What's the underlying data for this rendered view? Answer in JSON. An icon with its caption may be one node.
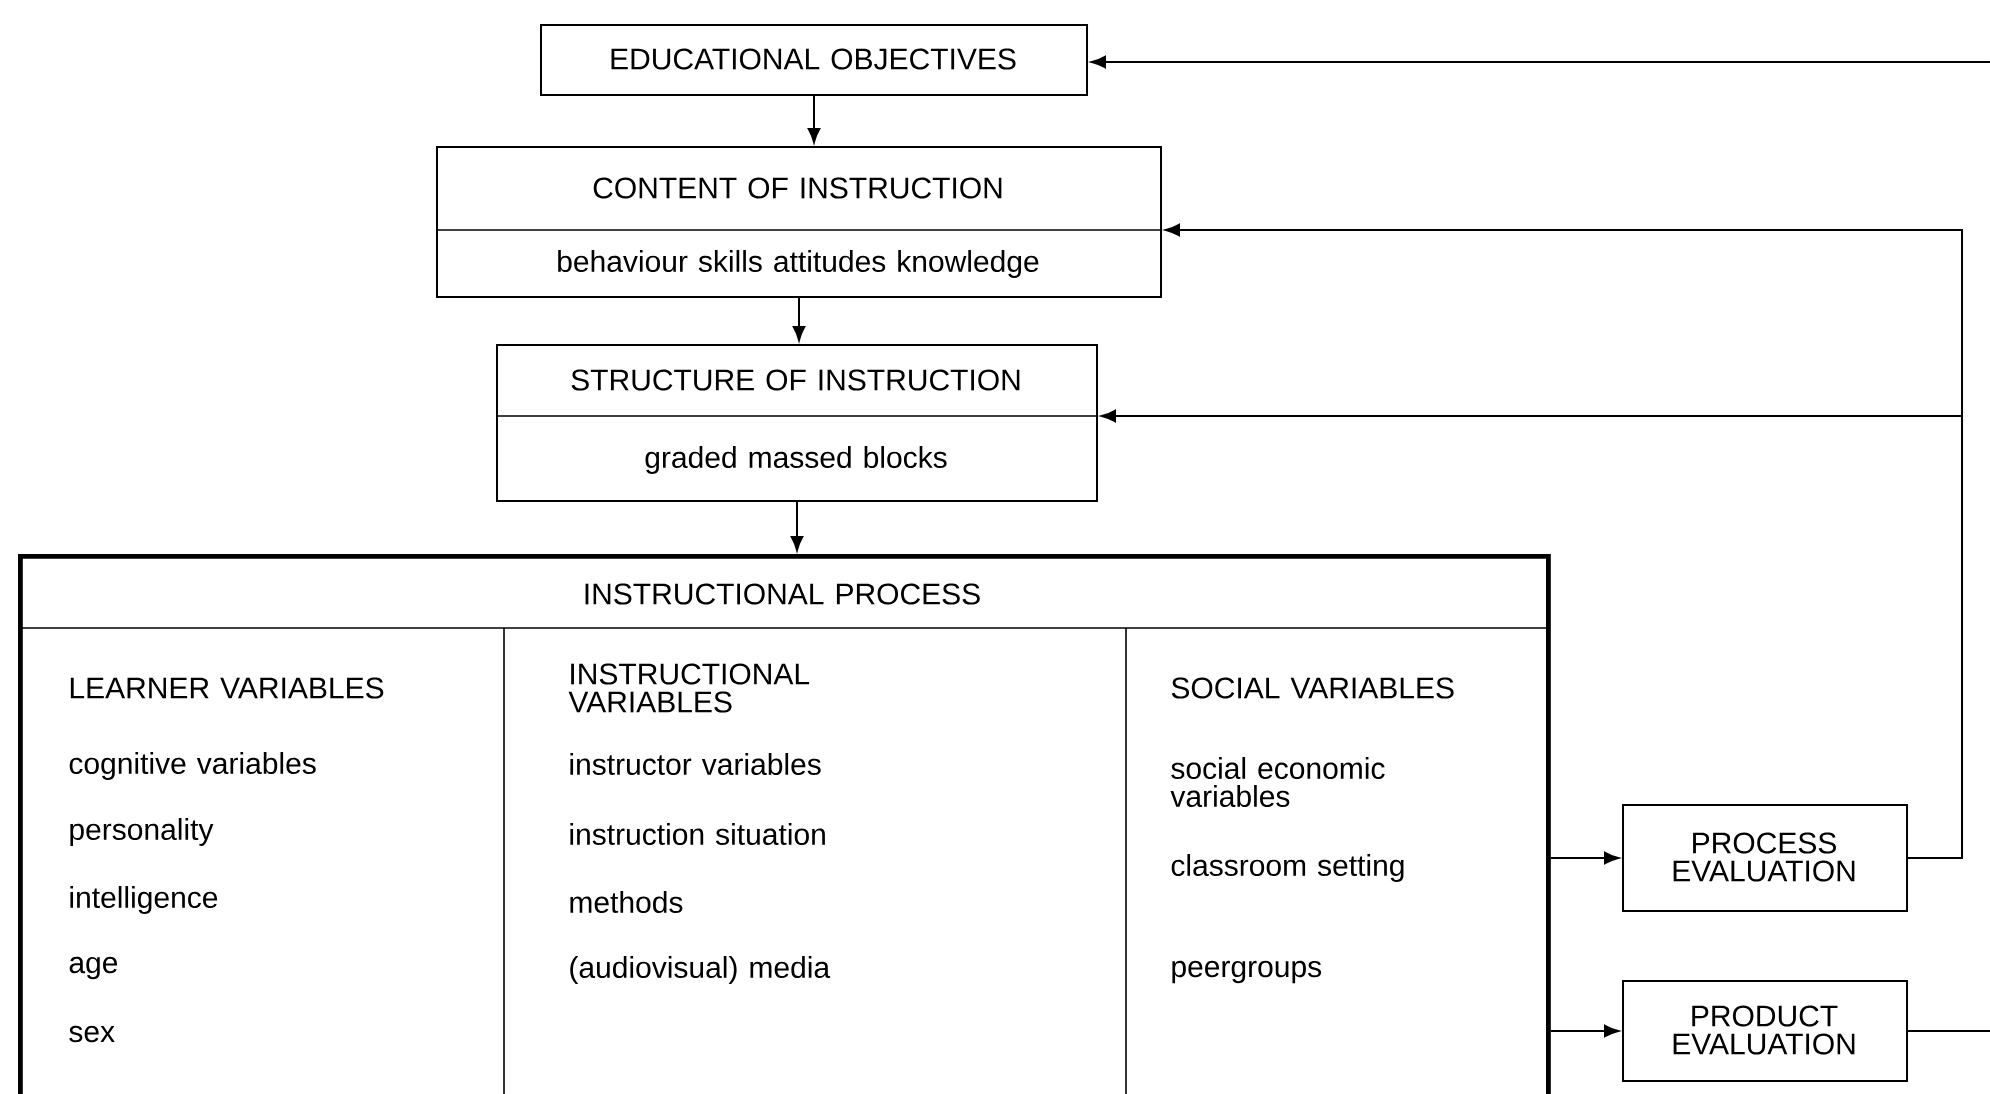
{
  "diagram": {
    "nodes": [
      {
        "text": [
          "EDUCATIONAL OBJECTIVES"
        ]
      },
      {
        "text": [
          "CONTENT OF INSTRUCTION",
          "behaviour skills attitudes knowledge"
        ]
      },
      {
        "text": [
          "STRUCTURE OF INSTRUCTION",
          "graded massed blocks"
        ]
      },
      {
        "text": [
          "INSTRUCTIONAL PROCESS"
        ]
      },
      {
        "text": [
          "LEARNER VARIABLES",
          "cognitive variables",
          "personality",
          "intelligence",
          "age",
          "sex"
        ],
        "in": 3
      },
      {
        "text": [
          "INSTRUCTIONAL VARIABLES",
          "instructor variables",
          "instruction situation",
          "methods",
          "(audiovisual) media"
        ],
        "in": 3
      },
      {
        "text": [
          "SOCIAL VARIABLES",
          "social economic variables",
          "classroom setting",
          "peergroups"
        ],
        "in": 3
      },
      {
        "text": [
          "PROCESS EVALUATION"
        ]
      },
      {
        "text": [
          "PRODUCT EVALUATION"
        ]
      }
    ],
    "edges": [
      {
        "from": 0,
        "to": 1,
        "arrow": "to"
      },
      {
        "from": 1,
        "to": 2,
        "arrow": "to"
      },
      {
        "from": 2,
        "to": 3,
        "arrow": "to"
      },
      {
        "from": 3,
        "to": 7,
        "arrow": "to"
      },
      {
        "from": 3,
        "to": 8,
        "arrow": "to"
      },
      {
        "from": 7,
        "to": 1,
        "arrow": "to"
      },
      {
        "from": 7,
        "to": 2,
        "arrow": "to"
      },
      {
        "from": 8,
        "to": null,
        "arrow": "none"
      },
      {
        "from": null,
        "to": 0,
        "arrow": "to"
      }
    ]
  }
}
